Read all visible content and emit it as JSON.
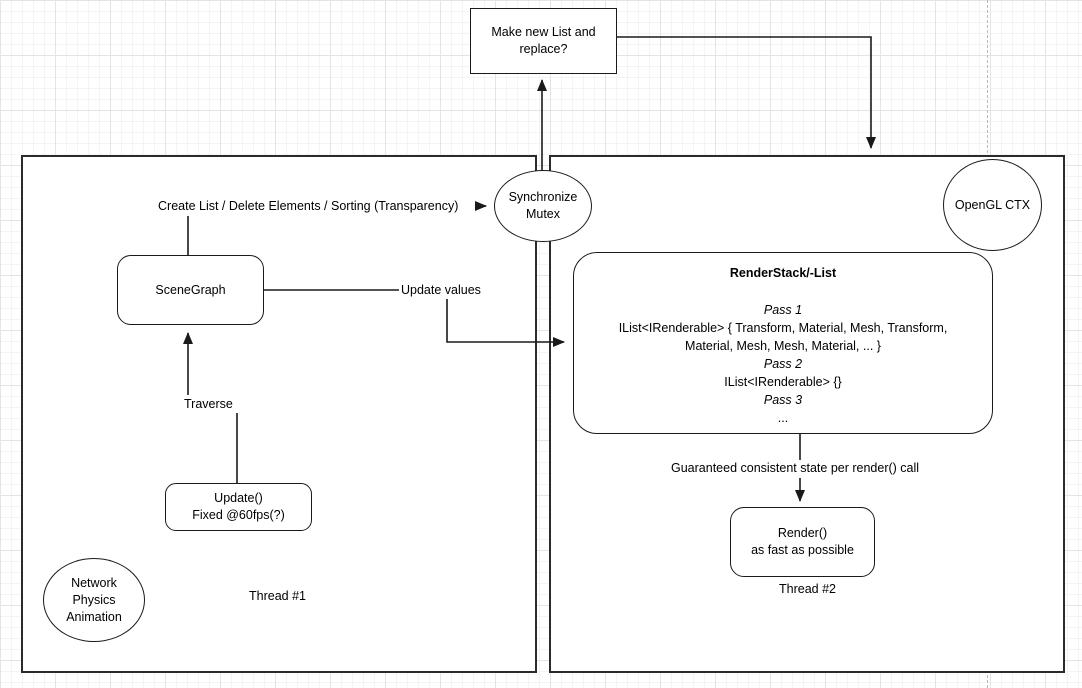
{
  "canvas": {
    "nodes": {
      "make_new_list": {
        "label": "Make new List and\nreplace?"
      },
      "sync_mutex": {
        "label": "Synchronize\nMutex"
      },
      "scenegraph": {
        "label": "SceneGraph"
      },
      "update": {
        "label": "Update()\nFixed @60fps(?)"
      },
      "render": {
        "label": "Render()\nas fast as possible"
      },
      "network": {
        "label": "Network\nPhysics\nAnimation"
      },
      "opengl": {
        "label": "OpenGL CTX"
      },
      "renderstack": {
        "title": "RenderStack/-List",
        "lines": [
          {
            "text": "Pass 1"
          },
          {
            "text": "IList<IRenderable> { Transform, Material, Mesh, Transform,"
          },
          {
            "text": "Material, Mesh, Mesh, Material, ... }"
          },
          {
            "text": "Pass 2"
          },
          {
            "text": "IList<IRenderable> {}"
          },
          {
            "text": "Pass 3"
          },
          {
            "text": "..."
          }
        ]
      }
    },
    "edge_labels": {
      "create_list": "Create List / Delete Elements / Sorting (Transparency)",
      "update_values": "Update values",
      "traverse": "Traverse",
      "guaranteed": "Guaranteed consistent state per render() call"
    },
    "thread_labels": {
      "thread1": "Thread #1",
      "thread2": "Thread #2"
    },
    "colors": {
      "stroke": "#1a1a1a",
      "grid_minor": "#f4f4f4",
      "grid_major": "#e4e4e4",
      "page_break": "#b9b9b9"
    }
  }
}
